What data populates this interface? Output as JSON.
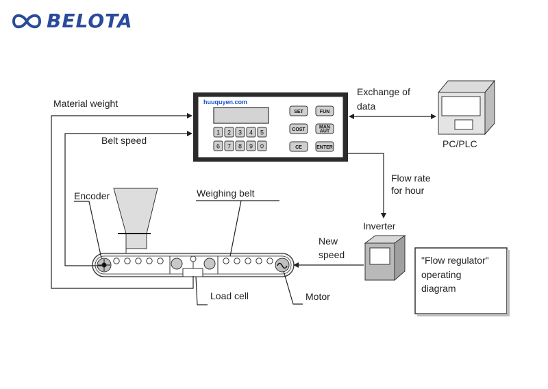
{
  "brand": {
    "name": "BELOTA",
    "color": "#2a4b9b",
    "mark_icon": "infinity-icon"
  },
  "controller": {
    "site_text": "huuquyen.com",
    "digit_keys": [
      "1",
      "2",
      "3",
      "4",
      "5",
      "6",
      "7",
      "8",
      "9",
      "0"
    ],
    "function_keys": [
      "SET",
      "FUN",
      "COST",
      "MAN\nAUT",
      "CE",
      "ENTER"
    ]
  },
  "labels": {
    "material_weight": "Material weight",
    "belt_speed": "Belt speed",
    "exchange_line1": "Exchange of",
    "exchange_line2": "data",
    "pc_plc": "PC/PLC",
    "flow_rate_line1": "Flow rate",
    "flow_rate_line2": "for hour",
    "inverter": "Inverter",
    "new_speed_line1": "New",
    "new_speed_line2": "speed",
    "encoder": "Encoder",
    "weighing_belt": "Weighing belt",
    "load_cell": "Load cell",
    "motor": "Motor",
    "regulator_line1": "\"Flow regulator\"",
    "regulator_line2": "operating",
    "regulator_line3": "diagram"
  }
}
